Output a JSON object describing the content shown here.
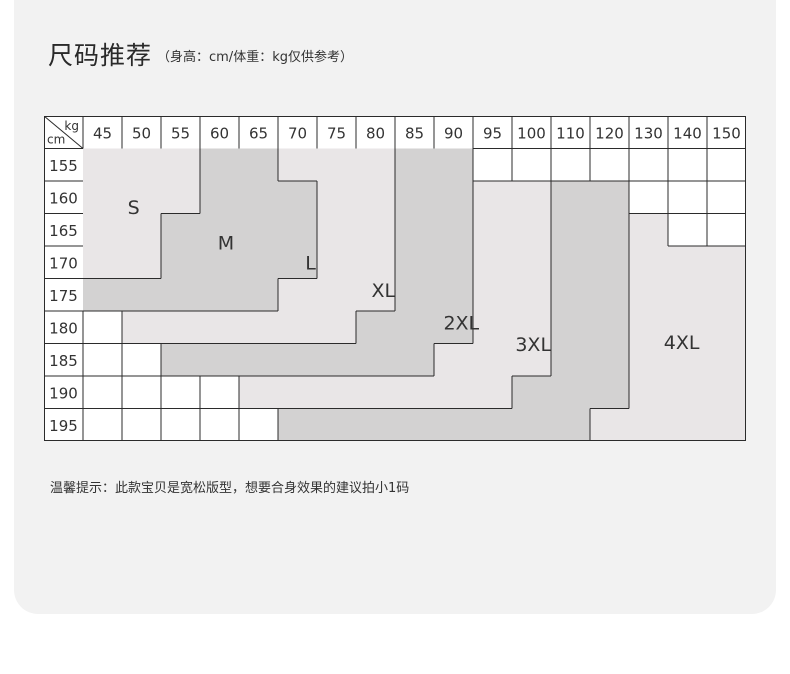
{
  "header": {
    "title": "尺码推荐",
    "subtitle": "（身高：cm/体重：kg仅供参考）"
  },
  "table": {
    "corner": {
      "top": "kg",
      "bottom": "cm"
    },
    "weights": [
      "45",
      "50",
      "55",
      "60",
      "65",
      "70",
      "75",
      "80",
      "85",
      "90",
      "95",
      "100",
      "110",
      "120",
      "130",
      "140",
      "150"
    ],
    "heights": [
      "155",
      "160",
      "165",
      "170",
      "175",
      "180",
      "185",
      "190",
      "195"
    ],
    "sizes": [
      {
        "label": "S",
        "shade": "#e9e6e7"
      },
      {
        "label": "M",
        "shade": "#d3d2d2"
      },
      {
        "label": "L",
        "shade": "#e9e6e7"
      },
      {
        "label": "XL",
        "shade": "#d3d2d2"
      },
      {
        "label": "2XL",
        "shade": "#e9e6e7"
      },
      {
        "label": "3XL",
        "shade": "#d3d2d2"
      },
      {
        "label": "4XL",
        "shade": "#e9e6e7"
      }
    ],
    "size_map": [
      [
        "S",
        "S",
        "S",
        "M",
        "M",
        "L",
        "L",
        "L",
        "XL",
        "XL",
        "",
        "",
        "",
        "",
        "",
        "",
        ""
      ],
      [
        "S",
        "S",
        "S",
        "M",
        "M",
        "M",
        "L",
        "L",
        "XL",
        "XL",
        "2XL",
        "2XL",
        "3XL",
        "3XL",
        "",
        "",
        ""
      ],
      [
        "S",
        "S",
        "M",
        "M",
        "M",
        "M",
        "L",
        "L",
        "XL",
        "XL",
        "2XL",
        "2XL",
        "3XL",
        "3XL",
        "4XL",
        "",
        ""
      ],
      [
        "S",
        "S",
        "M",
        "M",
        "M",
        "M",
        "L",
        "L",
        "XL",
        "XL",
        "2XL",
        "2XL",
        "3XL",
        "3XL",
        "4XL",
        "4XL",
        "4XL"
      ],
      [
        "M",
        "M",
        "M",
        "M",
        "M",
        "L",
        "L",
        "L",
        "XL",
        "XL",
        "2XL",
        "2XL",
        "3XL",
        "3XL",
        "4XL",
        "4XL",
        "4XL"
      ],
      [
        "",
        "L",
        "L",
        "L",
        "L",
        "L",
        "L",
        "XL",
        "XL",
        "XL",
        "2XL",
        "2XL",
        "3XL",
        "3XL",
        "4XL",
        "4XL",
        "4XL"
      ],
      [
        "",
        "",
        "XL",
        "XL",
        "XL",
        "XL",
        "XL",
        "XL",
        "XL",
        "2XL",
        "2XL",
        "2XL",
        "3XL",
        "3XL",
        "4XL",
        "4XL",
        "4XL"
      ],
      [
        "",
        "",
        "",
        "",
        "2XL",
        "2XL",
        "2XL",
        "2XL",
        "2XL",
        "2XL",
        "2XL",
        "3XL",
        "3XL",
        "3XL",
        "4XL",
        "4XL",
        "4XL"
      ],
      [
        "",
        "",
        "",
        "",
        "",
        "3XL",
        "3XL",
        "3XL",
        "3XL",
        "3XL",
        "3XL",
        "3XL",
        "3XL",
        "4XL",
        "4XL",
        "4XL",
        "4XL"
      ]
    ],
    "colors": {
      "border": "#2b2b2b",
      "text": "#333333"
    }
  },
  "footer": {
    "tip": "温馨提示：此款宝贝是宽松版型，想要合身效果的建议拍小1码"
  }
}
